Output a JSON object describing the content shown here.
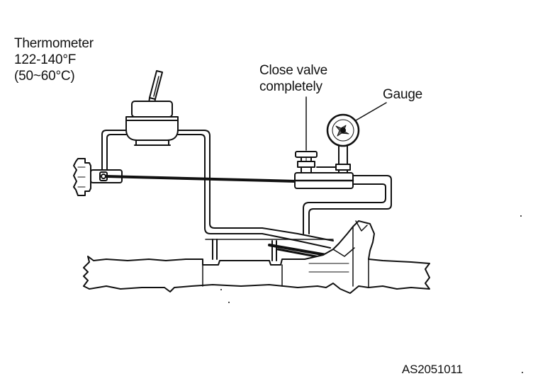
{
  "labels": {
    "thermometer": [
      "Thermometer",
      "122-140°F",
      "(50~60°C)"
    ],
    "close_valve": [
      "Close valve",
      "completely"
    ],
    "gauge": "Gauge",
    "figure_code": "AS2051011"
  },
  "colors": {
    "ink": "#111111",
    "background": "#ffffff"
  }
}
